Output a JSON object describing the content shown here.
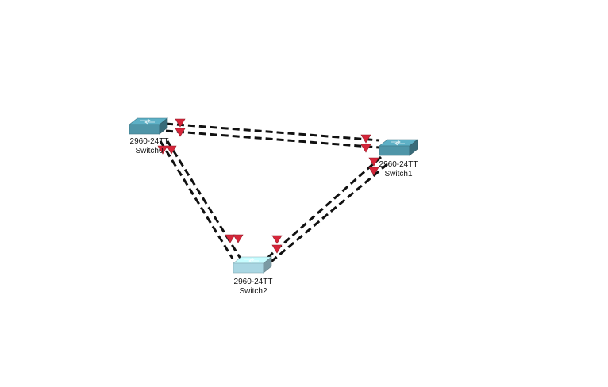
{
  "workspace": {
    "background": "#ffffff",
    "link_color": "#111111",
    "port_status": "down",
    "port_status_color": "#d6263a"
  },
  "switches": [
    {
      "id": "switch0",
      "model": "2960-24TT",
      "name": "Switch0",
      "color": "#4f95a8",
      "icon": "switch-icon"
    },
    {
      "id": "switch1",
      "model": "2960-24TT",
      "name": "Switch1",
      "color": "#4f95a8",
      "icon": "switch-icon"
    },
    {
      "id": "switch2",
      "model": "2960-24TT",
      "name": "Switch2",
      "color": "#a9d6e2",
      "icon": "switch-icon"
    }
  ],
  "links": [
    {
      "from": "switch0",
      "to": "switch1",
      "cable": "crossover",
      "style": "dashed"
    },
    {
      "from": "switch0",
      "to": "switch1",
      "cable": "crossover",
      "style": "dashed"
    },
    {
      "from": "switch0",
      "to": "switch2",
      "cable": "crossover",
      "style": "dashed"
    },
    {
      "from": "switch0",
      "to": "switch2",
      "cable": "crossover",
      "style": "dashed"
    },
    {
      "from": "switch1",
      "to": "switch2",
      "cable": "crossover",
      "style": "dashed"
    },
    {
      "from": "switch1",
      "to": "switch2",
      "cable": "crossover",
      "style": "dashed"
    }
  ]
}
